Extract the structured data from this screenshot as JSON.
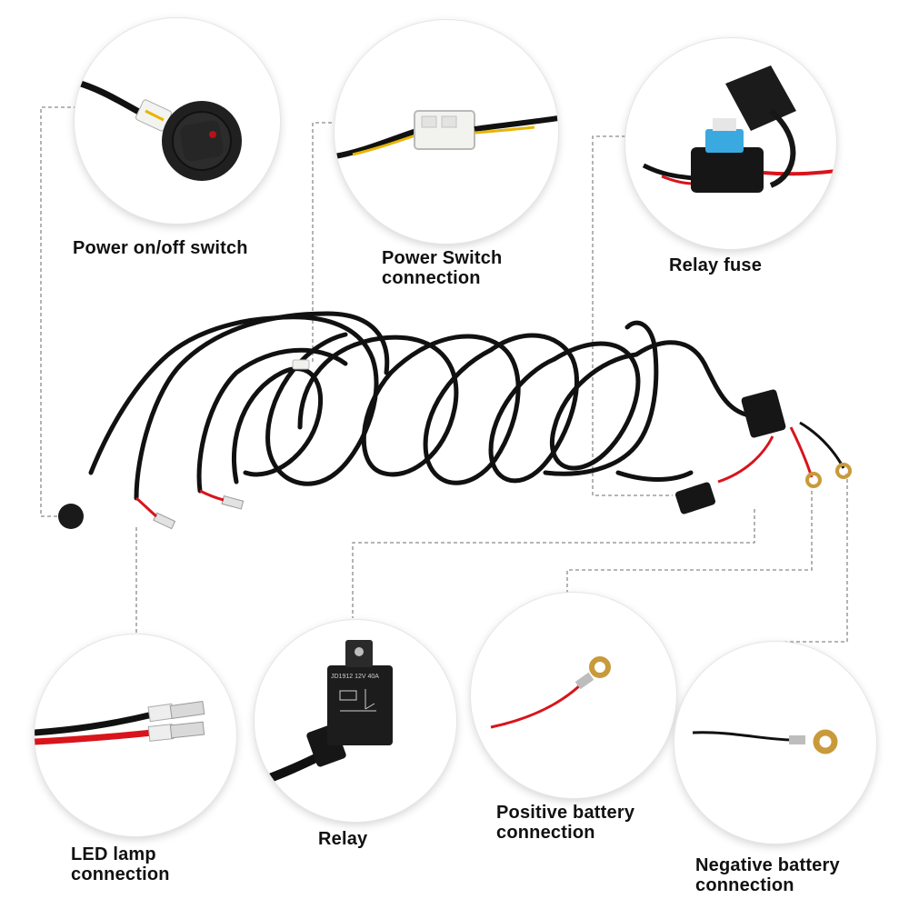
{
  "labels": {
    "power_switch": [
      "Power on/off switch"
    ],
    "power_switch_connection": [
      "Power Switch",
      "connection"
    ],
    "relay_fuse": [
      "Relay fuse"
    ],
    "led_lamp": [
      "LED lamp",
      "connection"
    ],
    "relay": [
      "Relay"
    ],
    "positive_battery": [
      "Positive battery",
      "connection"
    ],
    "negative_battery": [
      "Negative battery",
      "connection"
    ]
  },
  "relay_markings": {
    "line1": "JD1912  12V  40A"
  },
  "colors": {
    "wire_black": "#111111",
    "wire_red": "#d8141c",
    "wire_yellow": "#e8b400",
    "fuse_blue": "#39a9e0",
    "terminal_brass": "#c99a3a",
    "leader_line": "#8a8a8a"
  },
  "icons": [
    "rocker-switch-icon",
    "connector-plug-icon",
    "fuse-holder-icon",
    "relay-icon",
    "ring-terminal-icon",
    "spade-terminal-icon"
  ]
}
